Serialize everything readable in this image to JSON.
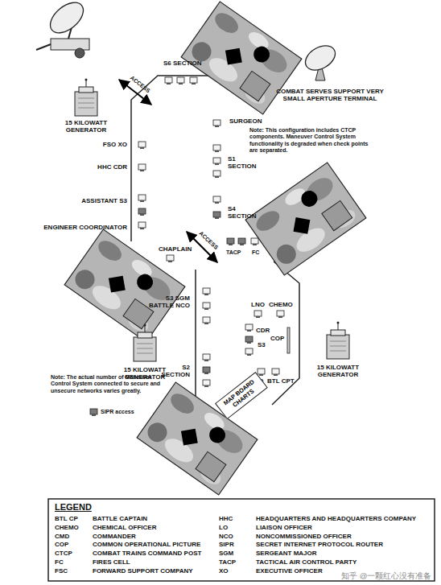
{
  "diagram": {
    "nodes": [
      {
        "text": [
          "MAP BOARD CHARTS"
        ]
      }
    ],
    "labels": [
      "S6 SECTION",
      "ACCESS",
      "COMBAT SERVES SUPPORT VERY SMALL APERTURE TERMINAL",
      "SURGEON",
      "Note: This configuration includes CTCP components. Maneuver Control System functionality is degraded when check points are separated.",
      "15 KILOWATT GENERATOR",
      "FSO XO",
      "HHC CDR",
      "S1 SECTION",
      "ASSISTANT S3",
      "S4 SECTION",
      "ENGINEER COORDINATOR",
      "CHAPLAIN",
      "ACCESS",
      "TACP",
      "FC",
      "S3 SGM BATTLE NCO",
      "LNO",
      "CHEMO",
      "CDR",
      "S3",
      "COP",
      "15 KILOWATT GENERATOR",
      "15 KILOWATT GENERATOR",
      "S2 SECTION",
      "XO",
      "BTL CPT",
      "Note: The actual number of Maneuver Control System connected to secure and unsecure networks varies greatly.",
      "SIPR access",
      "LEGEND",
      "BTL CP",
      "BATTLE CAPTAIN",
      "HHC",
      "HEADQUARTERS AND HEADQUARTERS COMPANY",
      "CHEMO",
      "CHEMICAL OFFICER",
      "LO",
      "LIAISON OFFICER",
      "CMD",
      "COMMANDER",
      "NCO",
      "NONCOMMISSIONED OFFICER",
      "COP",
      "COMMON OPERATIONAL PICTURE",
      "SIPR",
      "SECRET INTERNET PROTOCOL ROUTER",
      "CTCP",
      "COMBAT TRAINS COMMAND POST",
      "SGM",
      "SERGEANT MAJOR",
      "FC",
      "FIRES CELL",
      "TACP",
      "TACTICAL AIR CONTROL PARTY",
      "FSC",
      "FORWARD SUPPORT COMPANY",
      "XO",
      "EXECUTIVE OFFICER",
      "知乎 @一颗红心没有准备"
    ]
  }
}
